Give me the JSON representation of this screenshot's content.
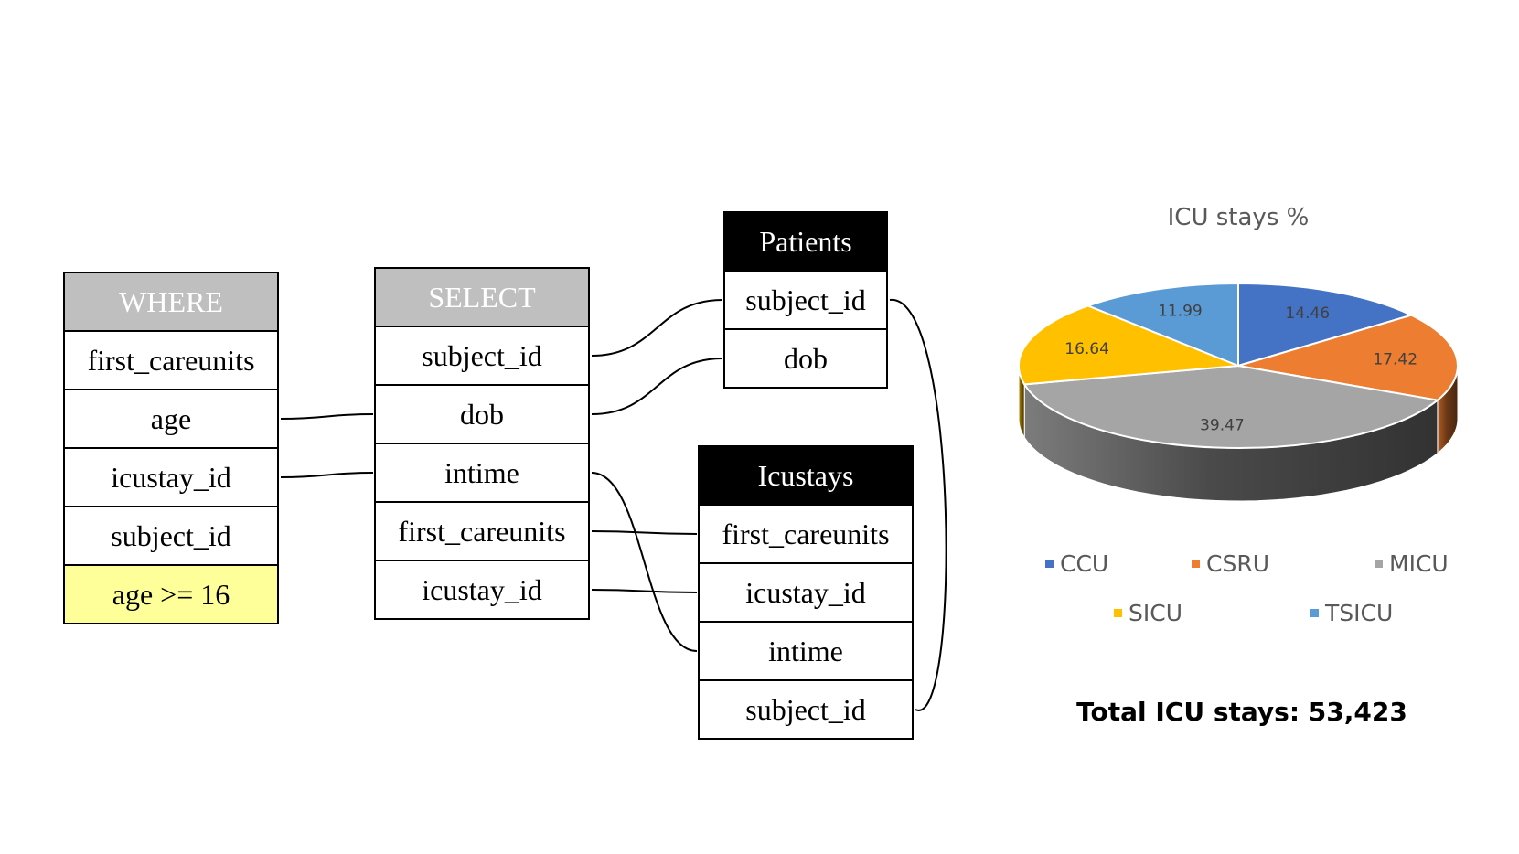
{
  "diagram": {
    "tables": [
      {
        "id": "where",
        "header": "WHERE",
        "header_style": "gray",
        "rows": [
          "first_careunits",
          "age",
          "icustay_id",
          "subject_id",
          "age >= 16"
        ],
        "highlight_row": 4
      },
      {
        "id": "select",
        "header": "SELECT",
        "header_style": "gray",
        "rows": [
          "subject_id",
          "dob",
          "intime",
          "first_careunits",
          "icustay_id"
        ]
      },
      {
        "id": "patients",
        "header": "Patients",
        "header_style": "black",
        "rows": [
          "subject_id",
          "dob"
        ]
      },
      {
        "id": "icustays",
        "header": "Icustays",
        "header_style": "black",
        "rows": [
          "first_careunits",
          "icustay_id",
          "intime",
          "subject_id"
        ]
      }
    ],
    "links": [
      {
        "from": [
          "where",
          1
        ],
        "to": [
          "select",
          1
        ]
      },
      {
        "from": [
          "where",
          2
        ],
        "to": [
          "select",
          2
        ]
      },
      {
        "from": [
          "select",
          0
        ],
        "to": [
          "patients",
          0
        ]
      },
      {
        "from": [
          "select",
          1
        ],
        "to": [
          "patients",
          1
        ]
      },
      {
        "from": [
          "select",
          2
        ],
        "to": [
          "icustays",
          2
        ]
      },
      {
        "from": [
          "select",
          3
        ],
        "to": [
          "icustays",
          0
        ]
      },
      {
        "from": [
          "select",
          4
        ],
        "to": [
          "icustays",
          1
        ]
      },
      {
        "from": [
          "patients",
          0
        ],
        "to": [
          "icustays",
          3
        ]
      }
    ],
    "colors": {
      "gray_header": "#bfbfbf",
      "black_header": "#000000",
      "highlight": "#ffff99"
    }
  },
  "chart_data": {
    "type": "pie",
    "title": "ICU stays %",
    "categories": [
      "CCU",
      "CSRU",
      "MICU",
      "SICU",
      "TSICU"
    ],
    "values": [
      14.46,
      17.42,
      39.47,
      16.64,
      11.99
    ],
    "colors": [
      "#4472c4",
      "#ed7d31",
      "#a5a5a5",
      "#ffc000",
      "#5b9bd5"
    ],
    "legend": "bottom",
    "three_d": true
  },
  "footer": {
    "total": "Total ICU stays: 53,423"
  }
}
